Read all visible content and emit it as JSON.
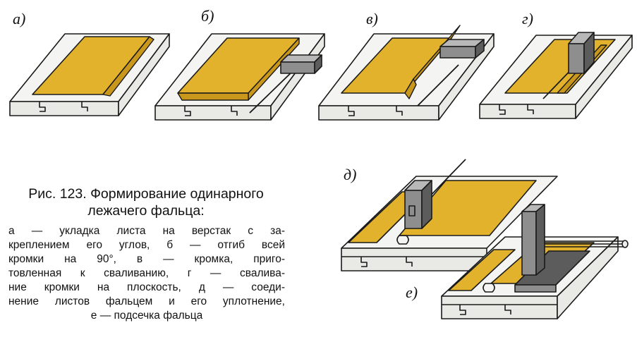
{
  "figure": {
    "panel_letters": {
      "a": "а)",
      "b": "б)",
      "v": "в)",
      "g": "г)",
      "d": "д)",
      "e": "е)"
    },
    "caption_title": {
      "line1": "Рис. 123. Формирование одинарного",
      "line2": "лежачего фальца:"
    },
    "caption_lines": [
      "а — укладка листа на верстак с за-",
      "креплением его углов, б — отгиб всей",
      "кромки на 90°, в — кромка, приго-",
      "товленная к сваливанию, г — свалива-",
      "ние кромки на плоскость, д — соеди-",
      "нение листов фальцем и его уплотнение,",
      "е — подсечка фальца"
    ],
    "colors": {
      "sheet_metal": "#e2b22c",
      "workbench": "#f4f4f2",
      "mallet": "#8e8e8e",
      "line": "#1a1a1a"
    }
  }
}
